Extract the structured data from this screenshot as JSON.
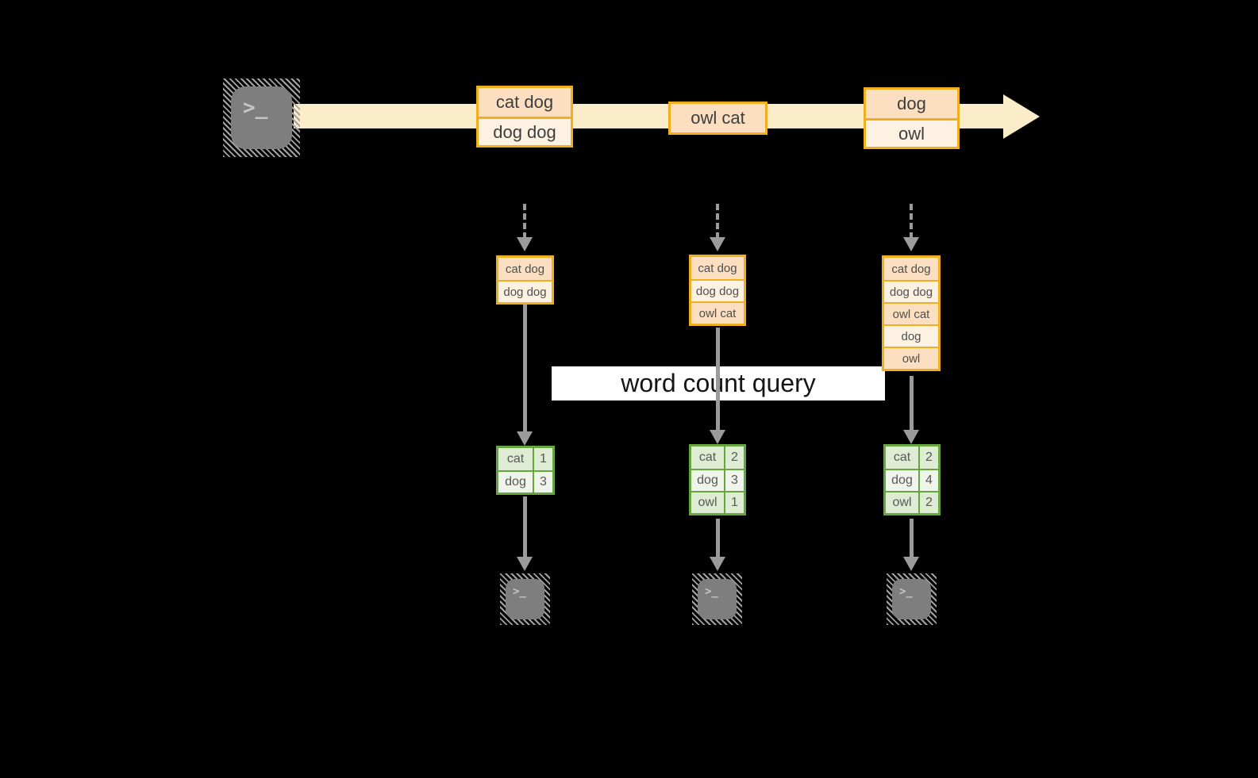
{
  "query_label": "word count query",
  "terminal_glyph": ">_",
  "colors": {
    "timeline_band": "#fbedc9",
    "batch_border": "#f0af1e",
    "batch_fill_dark": "#fbdfc0",
    "batch_fill_light": "#fdf2e2",
    "table_border": "#66a63f",
    "table_fill_dark": "#dfecd4",
    "table_fill_light": "#eff5ea",
    "arrow_gray": "#9b9b9b",
    "background": "#000000"
  },
  "timeline": {
    "batches": [
      {
        "rows": [
          "cat dog",
          "dog dog"
        ]
      },
      {
        "rows": [
          "owl cat"
        ]
      },
      {
        "rows": [
          "dog",
          "owl"
        ]
      }
    ]
  },
  "columns": [
    {
      "state": [
        "cat dog",
        "dog dog"
      ],
      "counts": [
        {
          "word": "cat",
          "count": "1"
        },
        {
          "word": "dog",
          "count": "3"
        }
      ]
    },
    {
      "state": [
        "cat dog",
        "dog dog",
        "owl cat"
      ],
      "counts": [
        {
          "word": "cat",
          "count": "2"
        },
        {
          "word": "dog",
          "count": "3"
        },
        {
          "word": "owl",
          "count": "1"
        }
      ]
    },
    {
      "state": [
        "cat dog",
        "dog dog",
        "owl cat",
        "dog",
        "owl"
      ],
      "counts": [
        {
          "word": "cat",
          "count": "2"
        },
        {
          "word": "dog",
          "count": "4"
        },
        {
          "word": "owl",
          "count": "2"
        }
      ]
    }
  ]
}
